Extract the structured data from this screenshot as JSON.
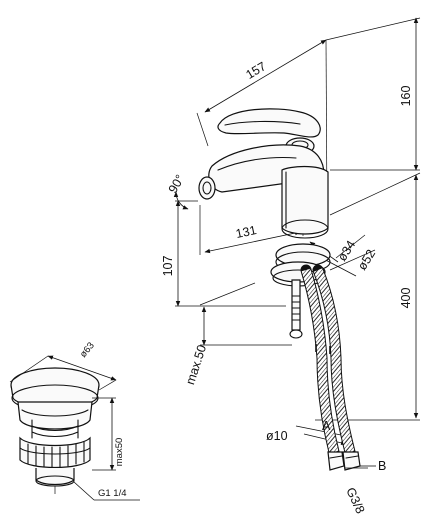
{
  "dimensions": {
    "width_157": "157",
    "height_160": "160",
    "angle_90": "90°",
    "reach_131": "131",
    "height_107": "107",
    "dia_34": "ø34",
    "dia_52": "ø52",
    "max_50": "max.50",
    "length_400": "400",
    "dia_10": "ø10",
    "point_a": "A",
    "point_b": "B",
    "thread_g38": "G3/8"
  },
  "waste": {
    "dia_63": "ø63",
    "max_50": "max50",
    "thread_g114": "G1 1/4"
  }
}
